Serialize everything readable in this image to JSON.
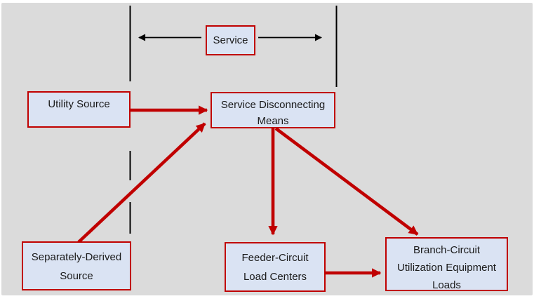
{
  "colors": {
    "page_background": "#ffffff",
    "canvas_background": "#dbdbdb",
    "box_fill": "#dae3f3",
    "box_border": "#c00000",
    "arrow_red": "#c00000",
    "line_black": "#000000",
    "text": "#1a1a1a"
  },
  "nodes": {
    "service": {
      "lines": [
        "Service"
      ]
    },
    "utility_source": {
      "lines": [
        "Utility Source"
      ]
    },
    "service_disconnecting_means": {
      "lines": [
        "Service Disconnecting",
        "Means"
      ]
    },
    "separately_derived_source": {
      "lines": [
        "Separately-Derived",
        "Source"
      ]
    },
    "feeder_circuit_load_centers": {
      "lines": [
        "Feeder-Circuit",
        "Load Centers"
      ]
    },
    "branch_circuit_loads": {
      "lines": [
        "Branch-Circuit",
        "Utilization Equipment",
        "Loads"
      ]
    }
  },
  "edges": [
    {
      "from": "utility_source",
      "to": "service_disconnecting_means",
      "style": "red-arrow"
    },
    {
      "from": "separately_derived_source",
      "to": "service_disconnecting_means",
      "style": "red-arrow"
    },
    {
      "from": "service_disconnecting_means",
      "to": "feeder_circuit_load_centers",
      "style": "red-arrow"
    },
    {
      "from": "service_disconnecting_means",
      "to": "branch_circuit_loads",
      "style": "red-arrow"
    },
    {
      "from": "feeder_circuit_load_centers",
      "to": "branch_circuit_loads",
      "style": "red-arrow"
    },
    {
      "from": "service_boundary_left",
      "to": "service_boundary_right",
      "style": "black-double-arrow"
    }
  ]
}
